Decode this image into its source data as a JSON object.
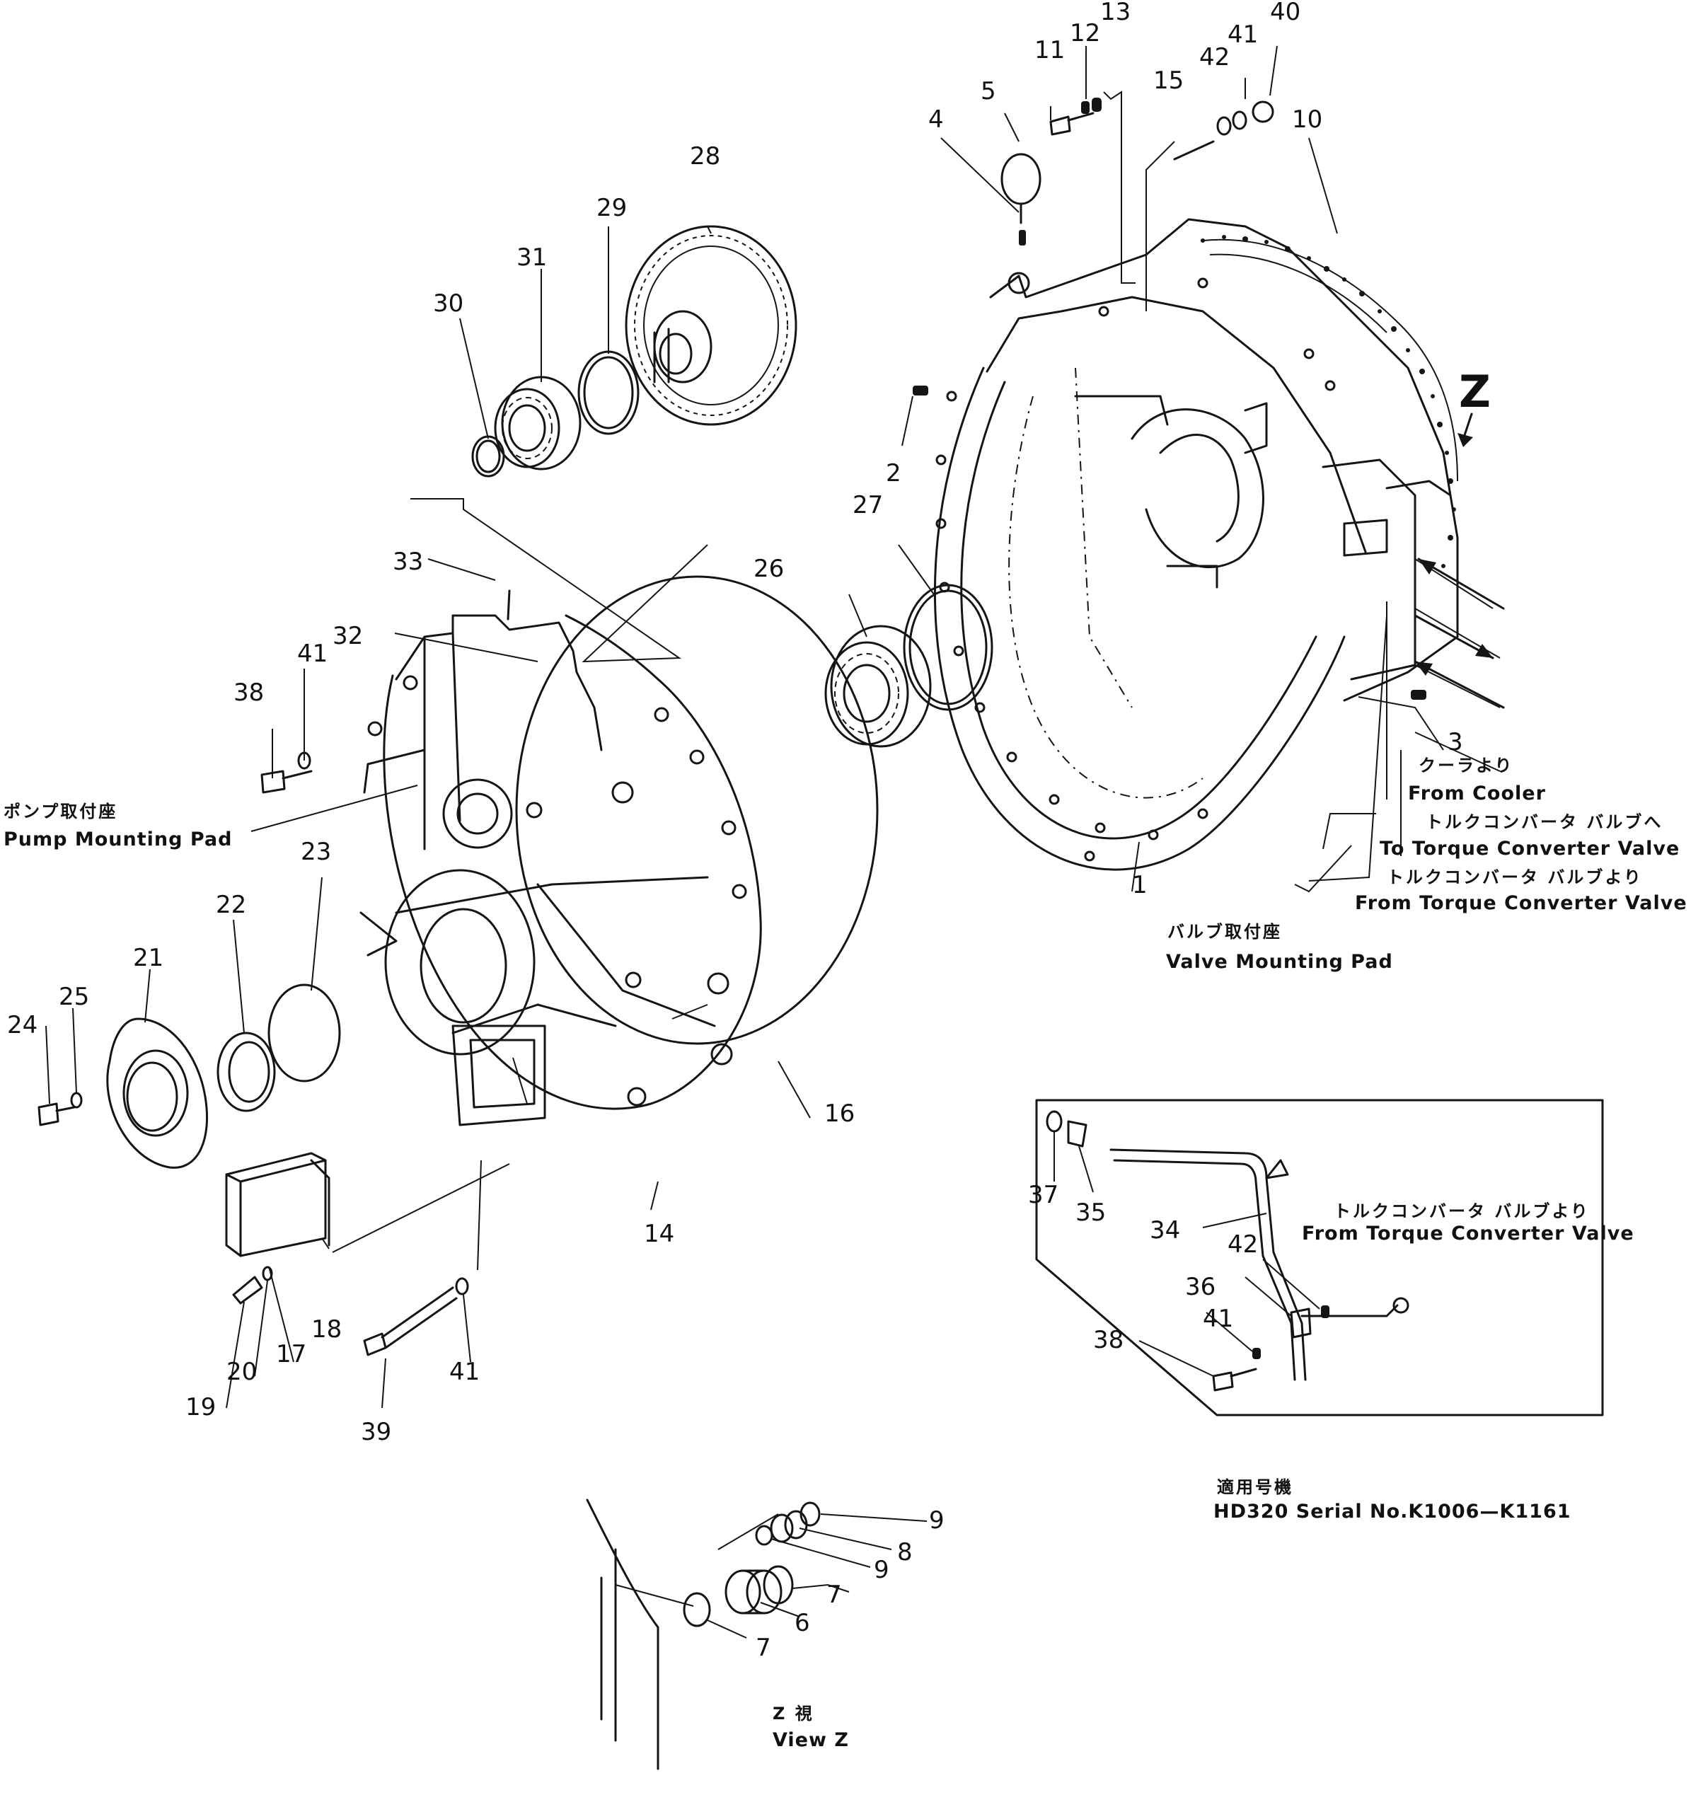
{
  "parts": {
    "p1": "1",
    "p2": "2",
    "p3": "3",
    "p4": "4",
    "p5": "5",
    "p6": "6",
    "p7": "7",
    "p8": "8",
    "p9": "9",
    "p10": "10",
    "p11": "11",
    "p12": "12",
    "p13": "13",
    "p14": "14",
    "p15": "15",
    "p16": "16",
    "p17": "17",
    "p18": "18",
    "p19": "19",
    "p20": "20",
    "p21": "21",
    "p22": "22",
    "p23": "23",
    "p24": "24",
    "p25": "25",
    "p26": "26",
    "p27": "27",
    "p28": "28",
    "p29": "29",
    "p30": "30",
    "p31": "31",
    "p32": "32",
    "p33": "33",
    "p34": "34",
    "p35": "35",
    "p36": "36",
    "p37": "37",
    "p38": "38",
    "p39": "39",
    "p40": "40",
    "p41": "41",
    "p42": "42"
  },
  "labels": {
    "z_marker": "Z",
    "pump_pad_jp": "ポンプ取付座",
    "pump_pad_en": "Pump Mounting Pad",
    "from_cooler_jp": "クーラより",
    "from_cooler_en": "From Cooler",
    "to_tc_valve_jp": "トルクコンバータ バルブへ",
    "to_tc_valve_en": "To Torque Converter Valve",
    "from_tc_valve_jp": "トルクコンバータ バルブより",
    "from_tc_valve_en": "From Torque Converter Valve",
    "valve_pad_jp": "バルブ取付座",
    "valve_pad_en": "Valve Mounting Pad",
    "inset_from_tc_valve_jp": "トルクコンバータ バルブより",
    "inset_from_tc_valve_en": "From Torque Converter Valve",
    "serial_jp": "適用号機",
    "serial_en": "HD320 Serial No.K1006—K1161",
    "view_z_jp": "Z 視",
    "view_z_en": "View Z"
  }
}
